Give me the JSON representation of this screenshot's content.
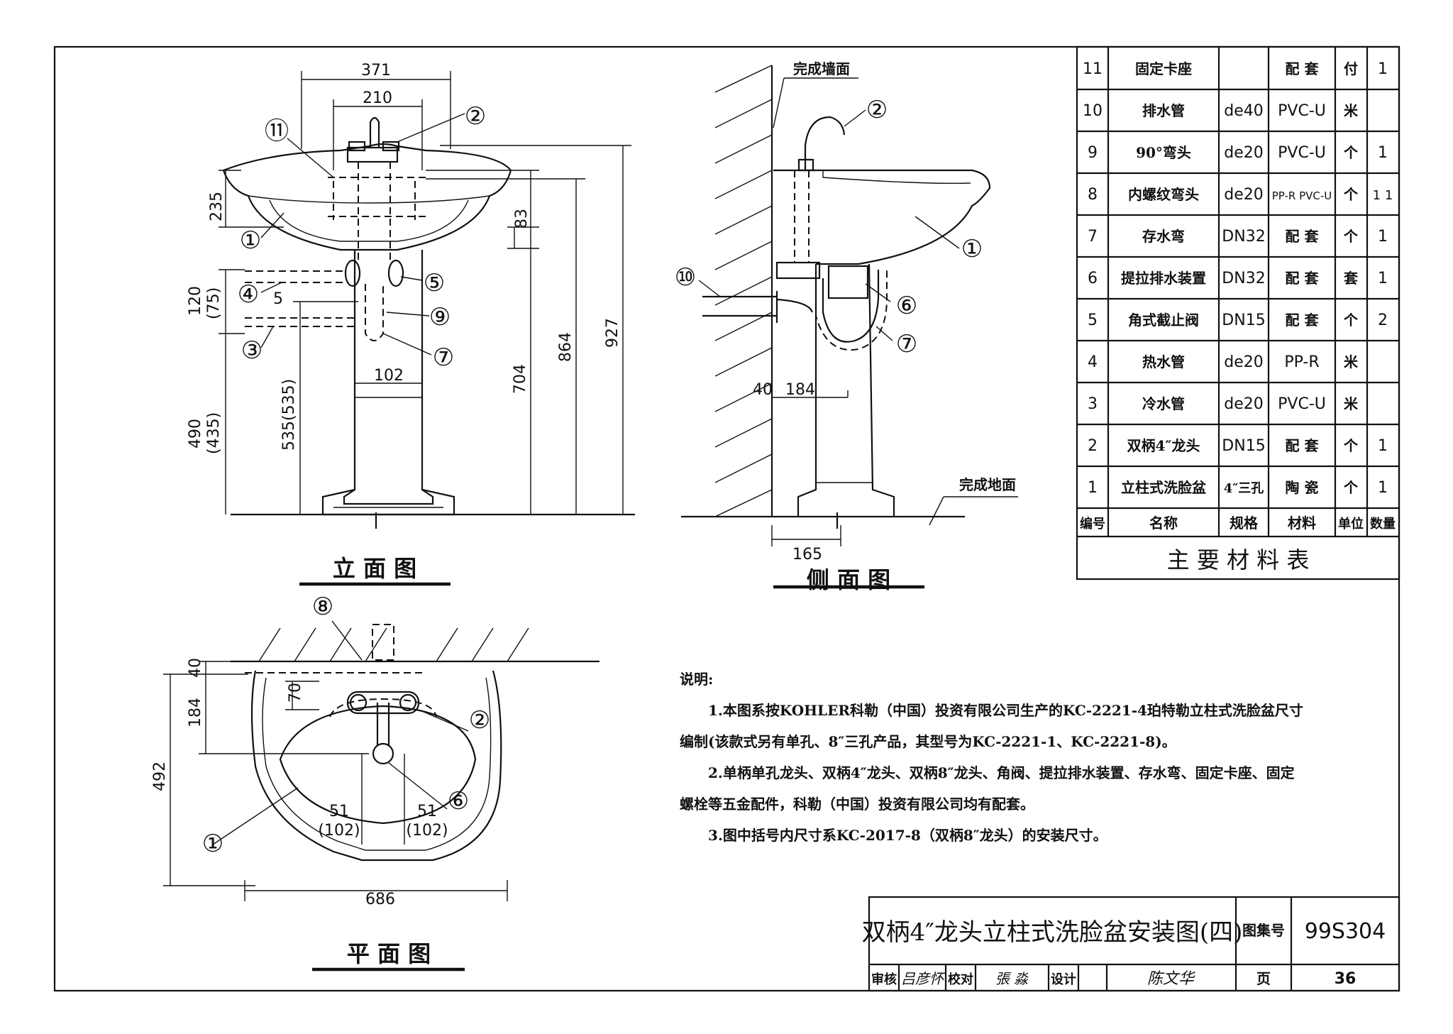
{
  "views": {
    "elevation_title": "立 面 图",
    "side_title": "侧 面 图",
    "plan_title": "平 面 图"
  },
  "elevation": {
    "dims": [
      "371",
      "210",
      "235",
      "83",
      "120",
      "(75)",
      "5",
      "102",
      "490",
      "(435)",
      "535(535)",
      "704",
      "864",
      "927"
    ],
    "callouts": [
      "⑪",
      "②",
      "①",
      "④",
      "⑤",
      "⑨",
      "③",
      "⑦"
    ]
  },
  "side": {
    "wall_label": "完成墙面",
    "floor_label": "完成地面",
    "dims": [
      "40",
      "184",
      "165"
    ],
    "callouts": [
      "②",
      "①",
      "⑩",
      "⑥",
      "⑦"
    ]
  },
  "plan": {
    "dims": [
      "40",
      "70",
      "184",
      "492",
      "51",
      "(102)",
      "51",
      "(102)",
      "686"
    ],
    "callouts": [
      "⑧",
      "②",
      "⑥",
      "①"
    ]
  },
  "materials": {
    "headers": [
      "编号",
      "名称",
      "规格",
      "材料",
      "单位",
      "数量"
    ],
    "rows": [
      [
        "11",
        "固定卡座",
        "",
        "配 套",
        "付",
        "1"
      ],
      [
        "10",
        "排水管",
        "de40",
        "PVC-U",
        "米",
        ""
      ],
      [
        "9",
        "90°弯头",
        "de20",
        "PVC-U",
        "个",
        "1"
      ],
      [
        "8",
        "内螺纹弯头",
        "de20",
        "PP-R PVC-U",
        "个",
        "1 1"
      ],
      [
        "7",
        "存水弯",
        "DN32",
        "配 套",
        "个",
        "1"
      ],
      [
        "6",
        "提拉排水装置",
        "DN32",
        "配 套",
        "套",
        "1"
      ],
      [
        "5",
        "角式截止阀",
        "DN15",
        "配 套",
        "个",
        "2"
      ],
      [
        "4",
        "热水管",
        "de20",
        "PP-R",
        "米",
        ""
      ],
      [
        "3",
        "冷水管",
        "de20",
        "PVC-U",
        "米",
        ""
      ],
      [
        "2",
        "双柄4″龙头",
        "DN15",
        "配 套",
        "个",
        "1"
      ],
      [
        "1",
        "立柱式洗脸盆",
        "4″三孔",
        "陶 瓷",
        "个",
        "1"
      ]
    ],
    "caption": "主 要 材 料 表"
  },
  "notes": {
    "heading": "说明:",
    "lines": [
      "1.本图系按KOHLER科勒（中国）投资有限公司生产的KC-2221-4珀特勒立柱式洗脸盆尺寸",
      "编制(该款式另有单孔、8″三孔产品，其型号为KC-2221-1、KC-2221-8)。",
      "2.单柄单孔龙头、双柄4″龙头、双柄8″龙头、角阀、提拉排水装置、存水弯、固定卡座、固定",
      "螺栓等五金配件，科勒（中国）投资有限公司均有配套。",
      "3.图中括号内尺寸系KC-2017-8（双柄8″龙头）的安装尺寸。"
    ]
  },
  "title_block": {
    "title": "双柄4″龙头立柱式洗脸盆安装图(四)",
    "atlas_label": "图集号",
    "atlas_no": "99S304",
    "page_label": "页",
    "page_no": "36",
    "review_label": "审核",
    "review_sign": "吕彦怀",
    "check_label": "校对",
    "check_sign": "張 淼",
    "design_label": "设计",
    "design_sign": "陈文华"
  }
}
